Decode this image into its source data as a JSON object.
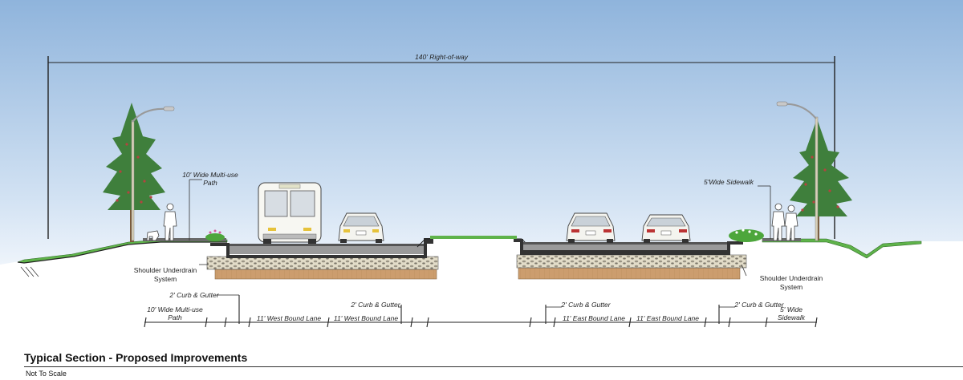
{
  "diagram": {
    "title": "Typical Section - Proposed Improvements",
    "subtitle": "Not To Scale",
    "row_label": "140' Right-of-way",
    "callouts": {
      "multi_use_path_top": "10' Wide Multi-use Path",
      "sidewalk_top": "5'Wide Sidewalk",
      "underdrain_left": "Shoulder Underdrain System",
      "underdrain_right": "Shoulder Underdrain System"
    },
    "dimension_labels": {
      "curb_gutter_1": "2' Curb & Gutter",
      "path": "10' Wide Multi-use Path",
      "west_lane_1": "11' West Bound Lane",
      "west_lane_2": "11' West Bound Lane",
      "curb_gutter_2": "2' Curb & Gutter",
      "curb_gutter_3": "2' Curb & Gutter",
      "east_lane_1": "11' East Bound Lane",
      "east_lane_2": "11' East Bound Lane",
      "curb_gutter_4": "2' Curb & Gutter",
      "sidewalk": "5' Wide Sidewalk"
    },
    "colors": {
      "sky_top": "#8fb4dc",
      "sky_bottom": "#e9f1fa",
      "grass": "#5fb34a",
      "asphalt": "#555555",
      "base_gravel": "#d9d2bd",
      "subgrade": "#c99a6b",
      "tree": "#3f7f3c",
      "tree_berry": "#b3443f"
    }
  }
}
